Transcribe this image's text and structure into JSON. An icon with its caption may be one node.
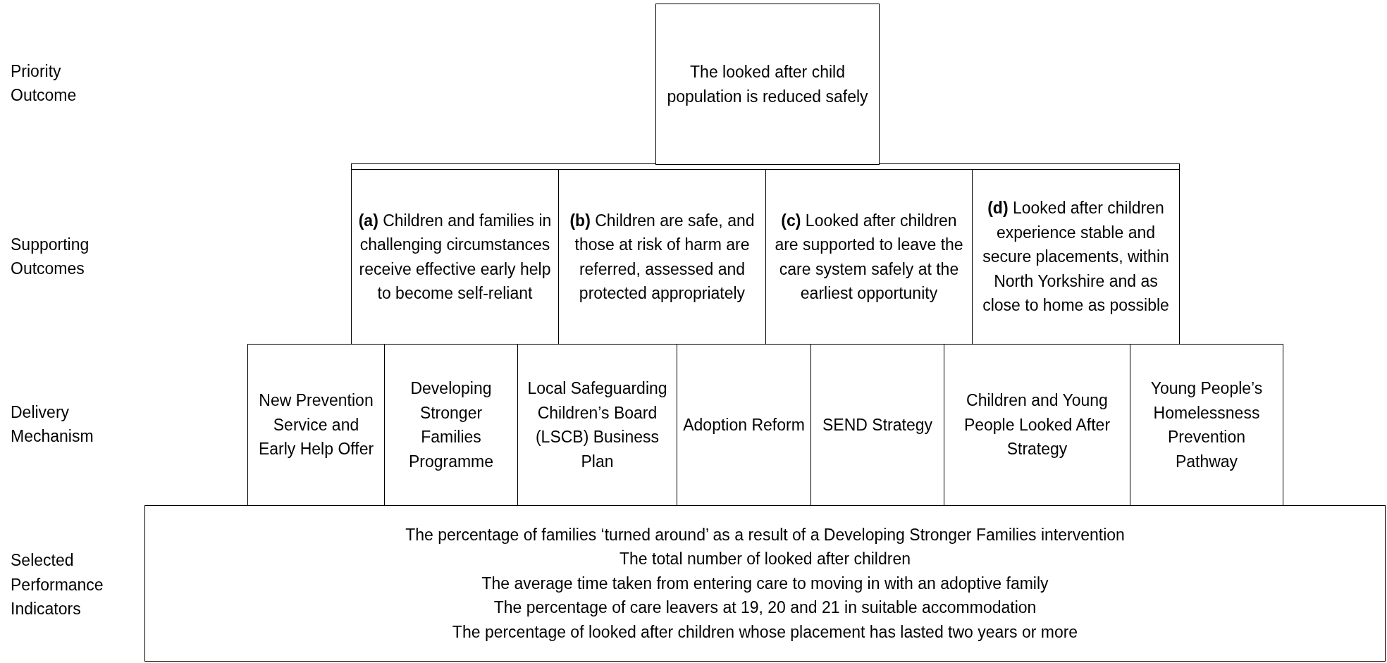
{
  "diagram": {
    "nodes": [
      {
        "text": [
          "The looked after child population is reduced safely"
        ]
      },
      {
        "text": [
          "**(a)** Children and families in challenging circumstances receive effective early help to become self-reliant"
        ]
      },
      {
        "text": [
          "**(b)** Children are safe, and those at risk of harm are referred, assessed and protected appropriately"
        ]
      },
      {
        "text": [
          "**(c)** Looked after children are supported to leave the care system safely at the earliest opportunity"
        ]
      },
      {
        "text": [
          "**(d)** Looked after children experience stable and secure placements, within North Yorkshire and as close to home as possible"
        ]
      },
      {
        "text": [
          "New Prevention Service and Early Help Offer"
        ]
      },
      {
        "text": [
          "Developing Stronger Families Programme"
        ]
      },
      {
        "text": [
          "Local Safeguarding Children’s Board (LSCB) Business Plan"
        ]
      },
      {
        "text": [
          "Adoption Reform"
        ]
      },
      {
        "text": [
          "SEND Strategy"
        ]
      },
      {
        "text": [
          "Children and Young People Looked After Strategy"
        ]
      },
      {
        "text": [
          "Young People’s Homelessness Prevention Pathway"
        ]
      },
      {
        "text": [
          "The percentage of families ‘turned around’ as a result of a Developing Stronger Families intervention",
          "The total number of looked after children",
          "The average time taken from entering care to moving in with an adoptive family",
          "The percentage of care leavers at 19, 20 and 21 in suitable accommodation",
          "The percentage of looked after children whose placement has lasted two years or more"
        ]
      }
    ],
    "labels": [
      "Priority Outcome",
      "Supporting Outcomes",
      "Delivery Mechanism",
      "Selected Performance Indicators"
    ]
  }
}
